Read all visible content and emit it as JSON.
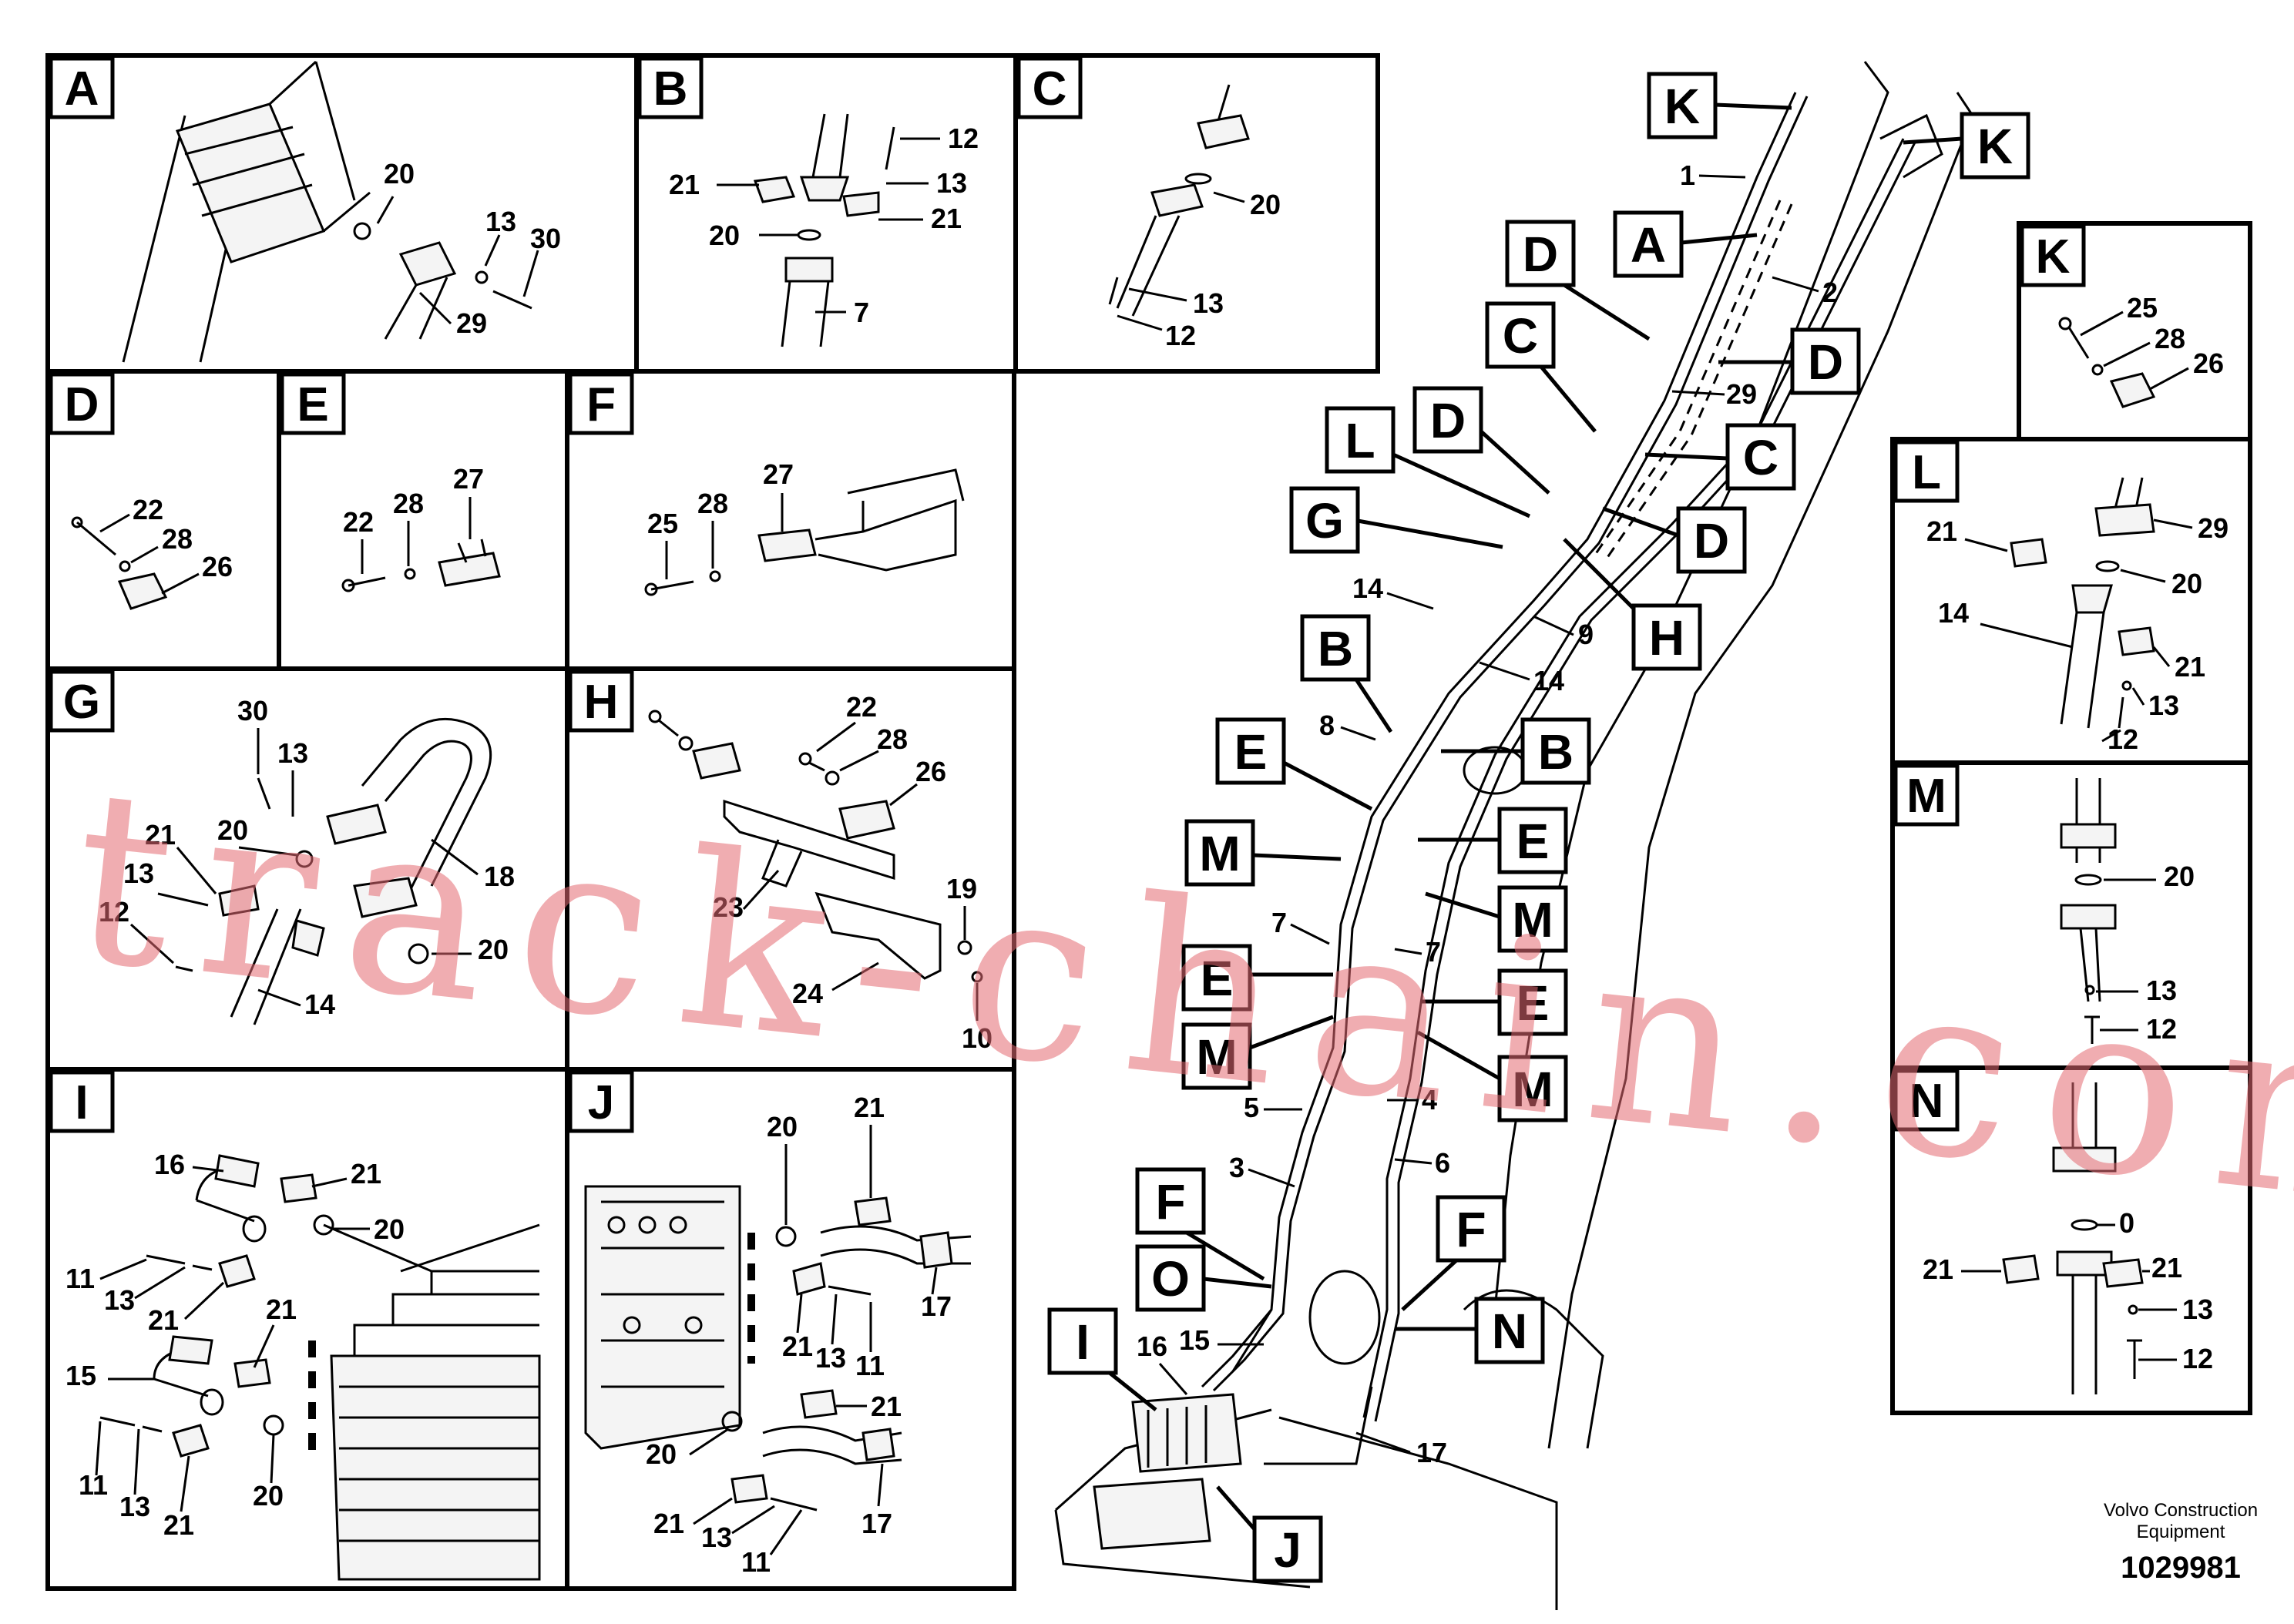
{
  "panels": [
    {
      "id": "A",
      "label": "A",
      "numbers": [
        "20",
        "13",
        "30",
        "29"
      ]
    },
    {
      "id": "B",
      "label": "B",
      "numbers": [
        "12",
        "21",
        "13",
        "20",
        "21",
        "7"
      ]
    },
    {
      "id": "C",
      "label": "C",
      "numbers": [
        "20",
        "13",
        "12"
      ]
    },
    {
      "id": "D",
      "label": "D",
      "numbers": [
        "22",
        "28",
        "26"
      ]
    },
    {
      "id": "E",
      "label": "E",
      "numbers": [
        "27",
        "22",
        "28"
      ]
    },
    {
      "id": "F",
      "label": "F",
      "numbers": [
        "27",
        "25",
        "28"
      ]
    },
    {
      "id": "G",
      "label": "G",
      "numbers": [
        "30",
        "13",
        "21",
        "20",
        "13",
        "12",
        "18",
        "20",
        "14"
      ]
    },
    {
      "id": "H",
      "label": "H",
      "numbers": [
        "22",
        "28",
        "26",
        "23",
        "19",
        "24",
        "10"
      ]
    },
    {
      "id": "I",
      "label": "I",
      "numbers": [
        "16",
        "21",
        "20",
        "11",
        "13",
        "21",
        "21",
        "15",
        "11",
        "13",
        "21",
        "20"
      ]
    },
    {
      "id": "J",
      "label": "J",
      "numbers": [
        "21",
        "20",
        "17",
        "21",
        "13",
        "11",
        "21",
        "20",
        "21",
        "13",
        "11",
        "17"
      ]
    },
    {
      "id": "K",
      "label": "K",
      "numbers": [
        "25",
        "28",
        "26"
      ]
    },
    {
      "id": "L",
      "label": "L",
      "numbers": [
        "29",
        "21",
        "20",
        "14",
        "21",
        "13",
        "12"
      ]
    },
    {
      "id": "M",
      "label": "M",
      "numbers": [
        "20",
        "13",
        "12"
      ]
    },
    {
      "id": "N",
      "label": "N",
      "numbers": [
        "0",
        "21",
        "21",
        "13",
        "12"
      ]
    }
  ],
  "main": {
    "callouts": [
      "K",
      "K",
      "A",
      "D",
      "D",
      "C",
      "D",
      "L",
      "C",
      "G",
      "D",
      "H",
      "B",
      "B",
      "E",
      "E",
      "M",
      "M",
      "E",
      "E",
      "M",
      "M",
      "F",
      "F",
      "O",
      "N",
      "I",
      "J"
    ],
    "numbers": [
      "1",
      "2",
      "29",
      "14",
      "9",
      "14",
      "8",
      "7",
      "7",
      "5",
      "4",
      "3",
      "6",
      "16",
      "15",
      "17"
    ]
  },
  "footer": {
    "brand": "Volvo Construction Equipment",
    "brand_line1": "Volvo Construction",
    "brand_line2": "Equipment",
    "code": "1029981"
  },
  "watermark": "track-chain.com",
  "colors": {
    "watermark": "#e46b73",
    "ink": "#000000",
    "paper": "#ffffff"
  }
}
